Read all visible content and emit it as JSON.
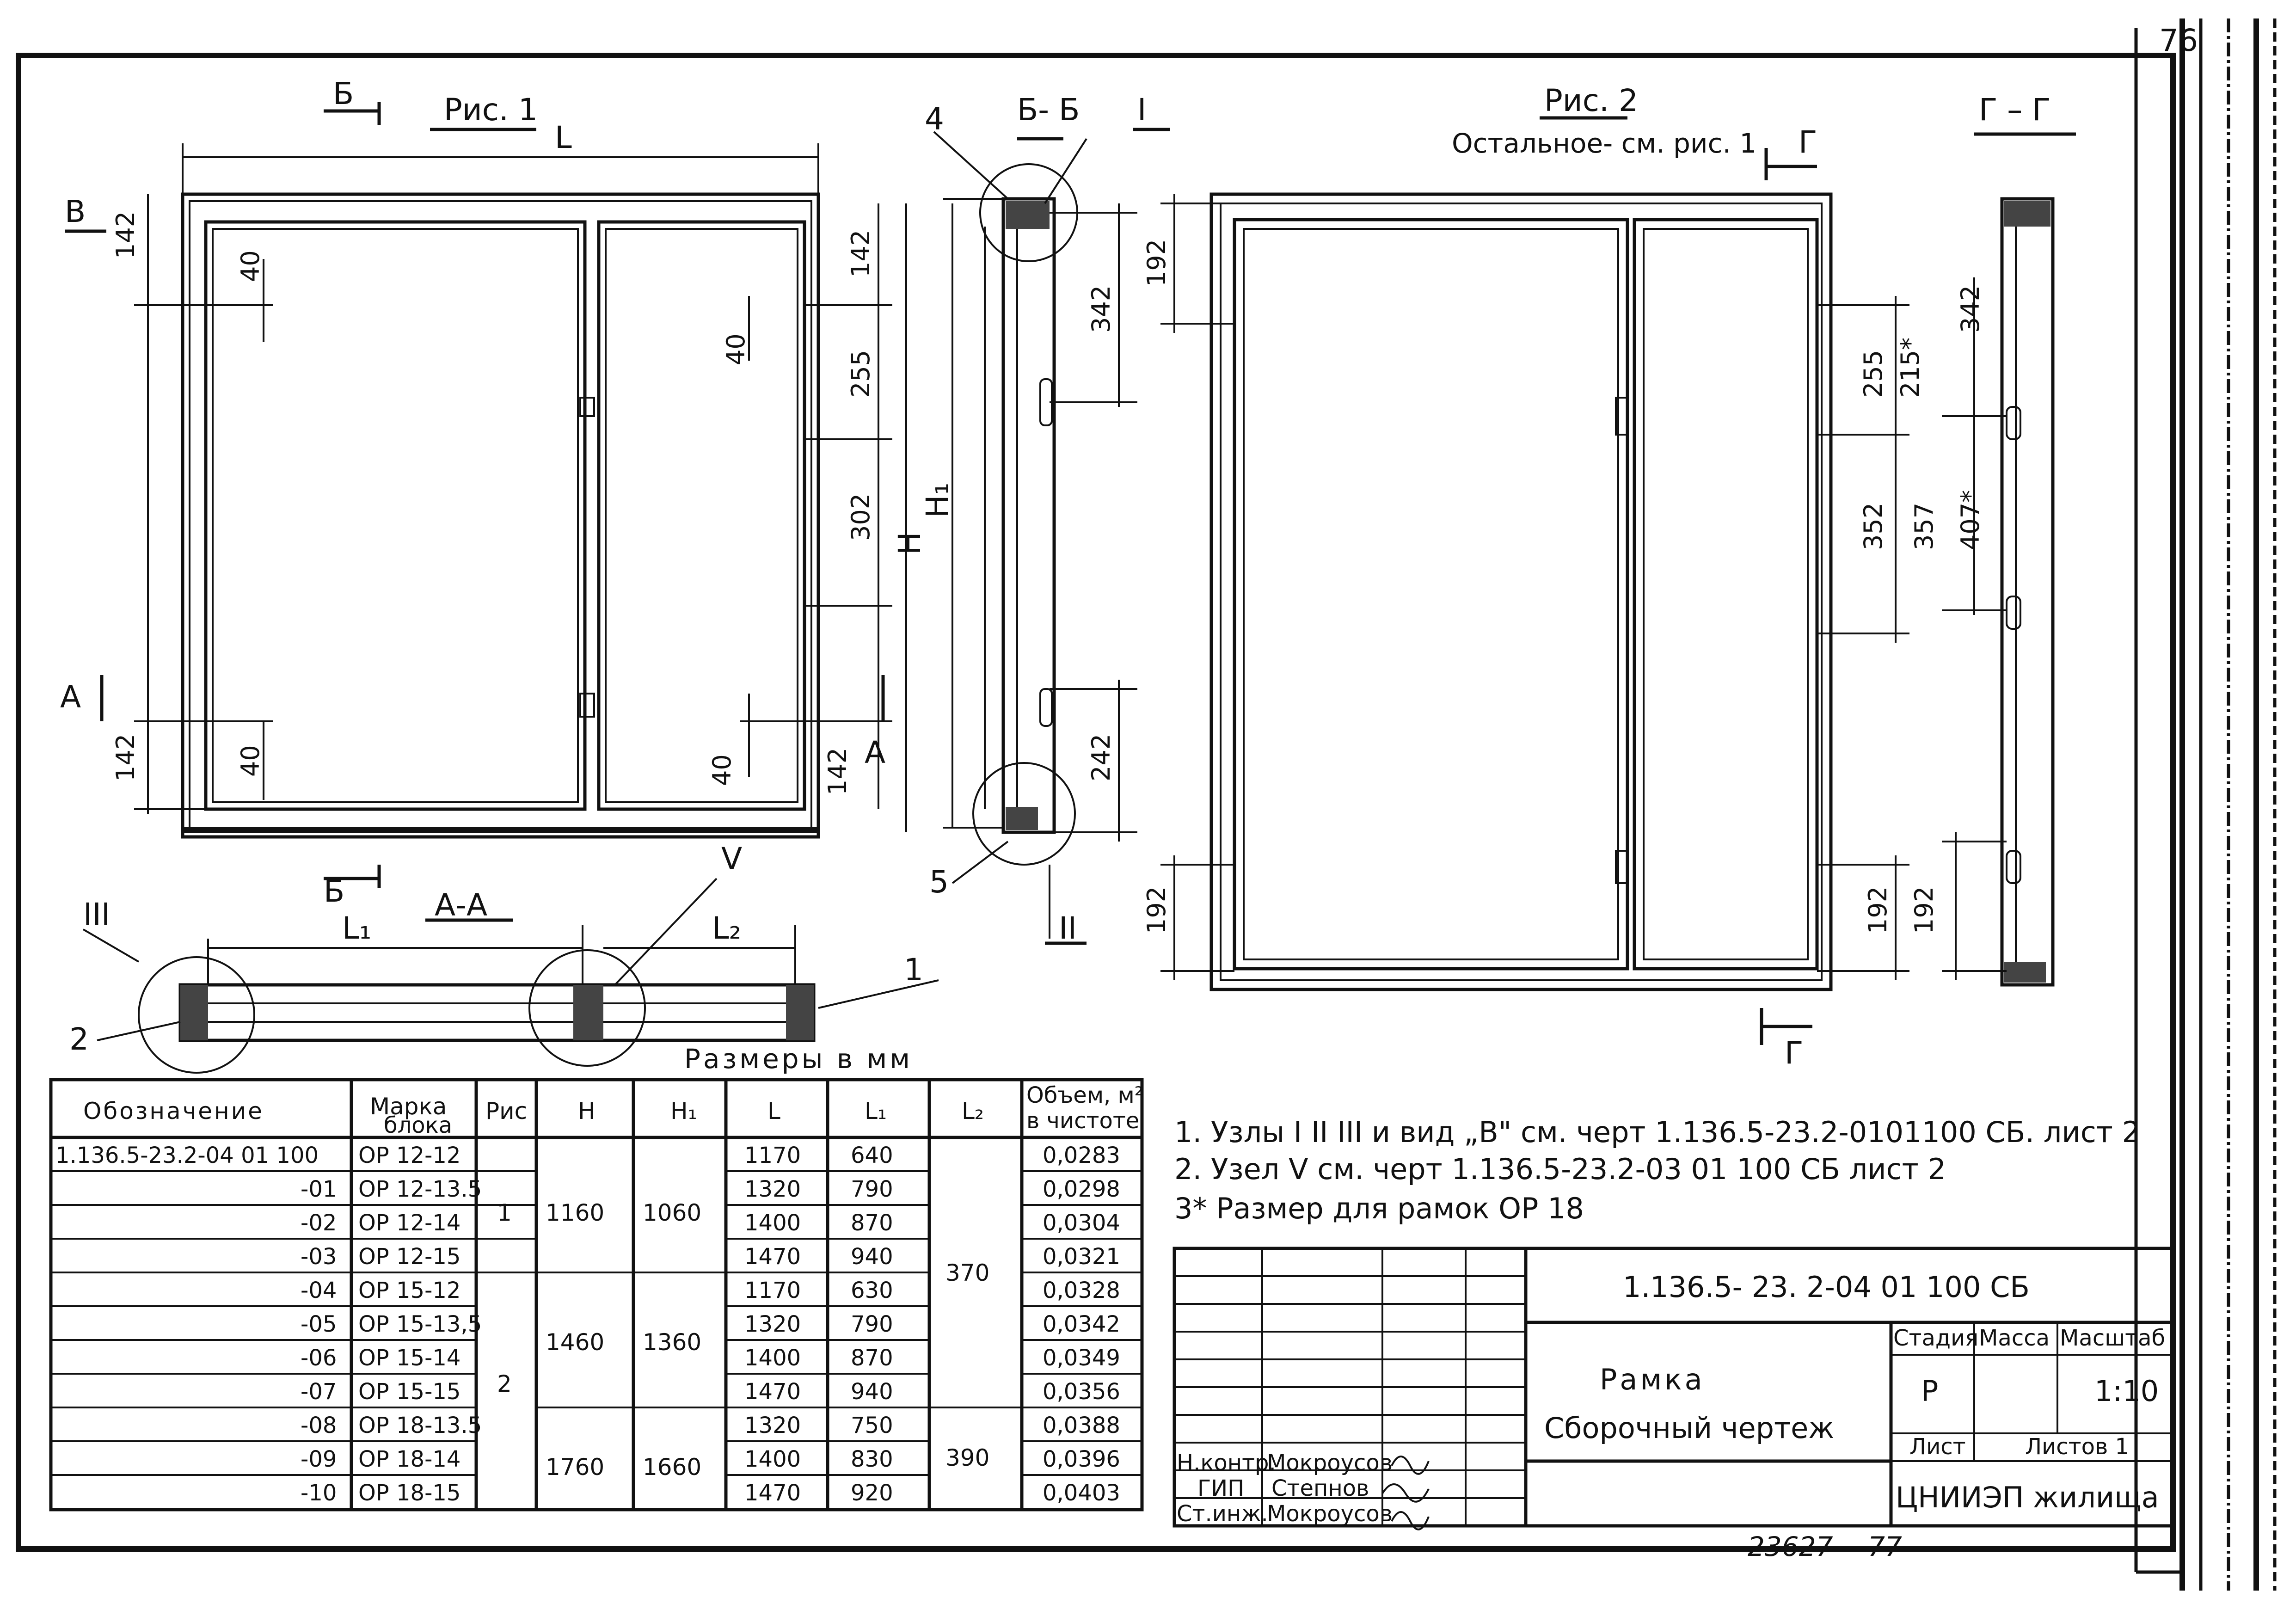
{
  "sheet": {
    "page_number": "76",
    "footer_stamp": "23627",
    "footer_stamp2": "77"
  },
  "fig1": {
    "title": "Рис. 1",
    "overall_label": "L",
    "section_b": "Б",
    "view_v": "В",
    "section_a": "А",
    "dims_left": [
      "142",
      "40",
      "142",
      "40"
    ],
    "dims_right": [
      "142",
      "40",
      "255",
      "302",
      "142",
      "40"
    ],
    "height_label": "H"
  },
  "section_bb": {
    "title": "Б- Б",
    "node_4": "4",
    "node_I": "I",
    "node_5": "5",
    "node_II": "II",
    "h1_label": "H₁",
    "dims": [
      "342",
      "242"
    ]
  },
  "section_aa": {
    "title": "А-А",
    "l1": "L₁",
    "l2": "L₂",
    "node_III": "III",
    "node_V": "V",
    "item_1": "1",
    "item_2": "2"
  },
  "fig2": {
    "title": "Рис. 2",
    "subtitle": "Остальное- см. рис. 1",
    "section_g": "Г",
    "dims": [
      "192",
      "255",
      "215*",
      "342",
      "352",
      "357",
      "407*",
      "192",
      "192"
    ]
  },
  "section_gg": {
    "title": "Г – Г",
    "dims": [
      "192"
    ]
  },
  "sizes_note": "Размеры в мм",
  "spec_table": {
    "headers": [
      "Обозначение",
      "Марка",
      "блока",
      "Рис",
      "H",
      "H₁",
      "L",
      "L₁",
      "L₂",
      "Объем, м²",
      "в чистоте"
    ],
    "rows": [
      {
        "code": "1.136.5-23.2-04 01 100",
        "mark": "ОР 12-12",
        "L": "1170",
        "L1": "640",
        "vol": "0,0283"
      },
      {
        "code": "-01",
        "mark": "ОР 12-13.5",
        "L": "1320",
        "L1": "790",
        "vol": "0,0298"
      },
      {
        "code": "-02",
        "mark": "ОР 12-14",
        "L": "1400",
        "L1": "870",
        "vol": "0,0304"
      },
      {
        "code": "-03",
        "mark": "ОР 12-15",
        "L": "1470",
        "L1": "940",
        "vol": "0,0321"
      },
      {
        "code": "-04",
        "mark": "ОР 15-12",
        "L": "1170",
        "L1": "630",
        "vol": "0,0328"
      },
      {
        "code": "-05",
        "mark": "ОР 15-13,5",
        "L": "1320",
        "L1": "790",
        "vol": "0,0342"
      },
      {
        "code": "-06",
        "mark": "ОР 15-14",
        "L": "1400",
        "L1": "870",
        "vol": "0,0349"
      },
      {
        "code": "-07",
        "mark": "ОР 15-15",
        "L": "1470",
        "L1": "940",
        "vol": "0,0356"
      },
      {
        "code": "-08",
        "mark": "ОР 18-13.5",
        "L": "1320",
        "L1": "750",
        "vol": "0,0388"
      },
      {
        "code": "-09",
        "mark": "ОР 18-14",
        "L": "1400",
        "L1": "830",
        "vol": "0,0396"
      },
      {
        "code": "-10",
        "mark": "ОР 18-15",
        "L": "1470",
        "L1": "920",
        "vol": "0,0403"
      }
    ],
    "groups": [
      {
        "fig": "1",
        "H": "1160",
        "H1": "1060"
      },
      {
        "fig": "2",
        "H": "1460",
        "H1": "1360"
      },
      {
        "fig": "",
        "H": "1760",
        "H1": "1660"
      }
    ],
    "l2_values": [
      "370",
      "390"
    ]
  },
  "notes": [
    "1. Узлы I  II  III  и вид „В\" см. черт  1.136.5-23.2-0101100  СБ. лист 2",
    "2. Узел V  см. черт  1.136.5-23.2-03 01  100 СБ  лист 2",
    "3* Размер для  рамок   ОР 18"
  ],
  "title_block": {
    "doc_code": "1.136.5- 23.  2-04  01  100  СБ",
    "name_line1": "Рамка",
    "name_line2": "Сборочный  чертеж",
    "stage_label": "Стадия",
    "mass_label": "Масса",
    "scale_label": "Масштаб",
    "stage_value": "Р",
    "scale_value": "1:10",
    "sheet_label": "Лист",
    "sheets_label": "Листов 1",
    "org": "ЦНИИЭП жилища",
    "roles": [
      {
        "role": "Н.контр.",
        "name": "Мокроусов"
      },
      {
        "role": "ГИП",
        "name": "Степнов"
      },
      {
        "role": "Ст.инж.",
        "name": "Мокроусов"
      }
    ]
  }
}
